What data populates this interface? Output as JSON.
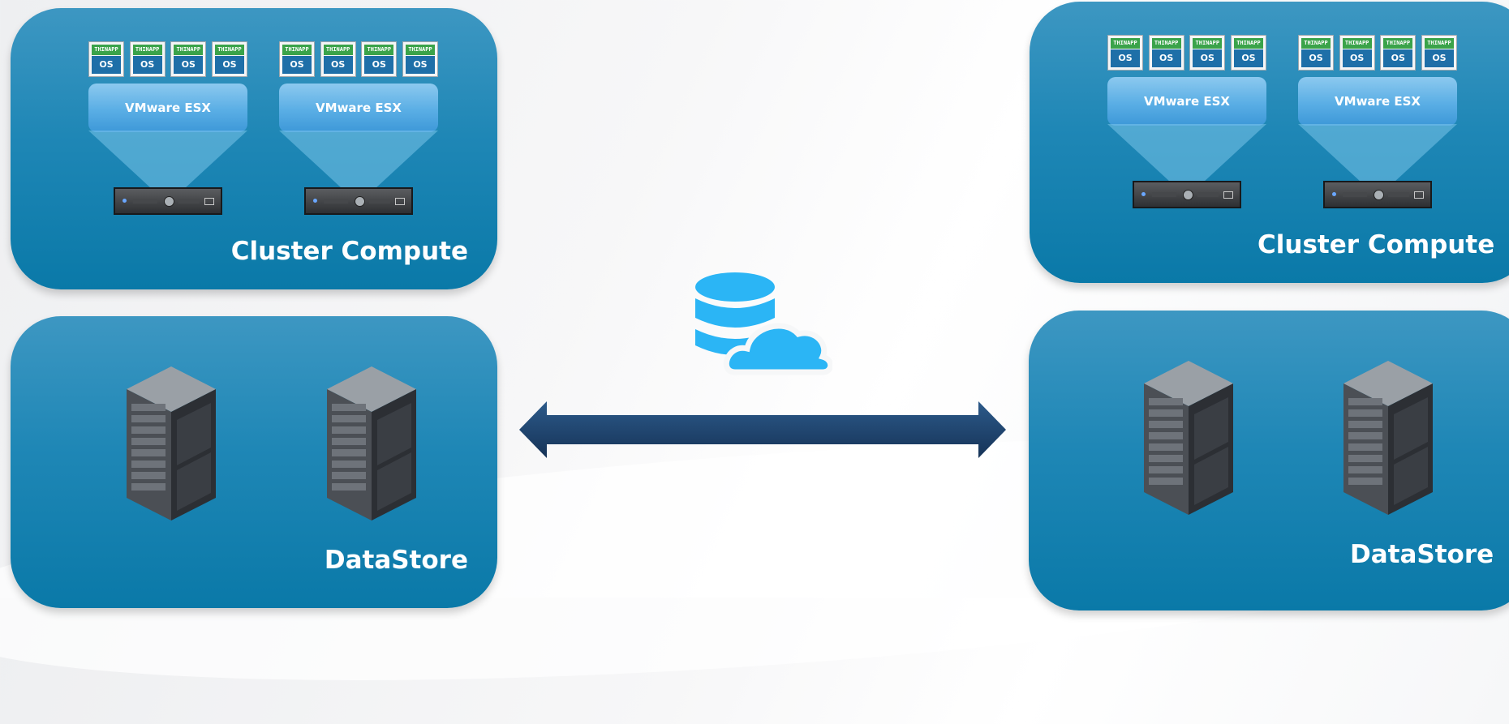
{
  "diagram": {
    "left_compute": {
      "label": "Cluster Compute",
      "hosts": [
        {
          "esx_label": "VMware ESX",
          "vm_tags": [
            "THINAPP",
            "THINAPP",
            "THINAPP",
            "THINAPP"
          ],
          "vm_os": [
            "OS",
            "OS",
            "OS",
            "OS"
          ]
        },
        {
          "esx_label": "VMware ESX",
          "vm_tags": [
            "THINAPP",
            "THINAPP",
            "THINAPP",
            "THINAPP"
          ],
          "vm_os": [
            "OS",
            "OS",
            "OS",
            "OS"
          ]
        }
      ]
    },
    "left_datastore": {
      "label": "DataStore",
      "storage_units": 2
    },
    "right_compute": {
      "label": "Cluster Compute",
      "hosts": [
        {
          "esx_label": "VMware ESX",
          "vm_tags": [
            "THINAPP",
            "THINAPP",
            "THINAPP",
            "THINAPP"
          ],
          "vm_os": [
            "OS",
            "OS",
            "OS",
            "OS"
          ]
        },
        {
          "esx_label": "VMware ESX",
          "vm_tags": [
            "THINAPP",
            "THINAPP",
            "THINAPP",
            "THINAPP"
          ],
          "vm_os": [
            "OS",
            "OS",
            "OS",
            "OS"
          ]
        }
      ]
    },
    "right_datastore": {
      "label": "DataStore",
      "storage_units": 2
    },
    "connector": {
      "type": "bidirectional-arrow",
      "color": "#1d3f66"
    },
    "center_icon": {
      "name": "database-cloud-icon",
      "color": "#2bb5f5"
    },
    "panel_color": "#1a86b4"
  }
}
